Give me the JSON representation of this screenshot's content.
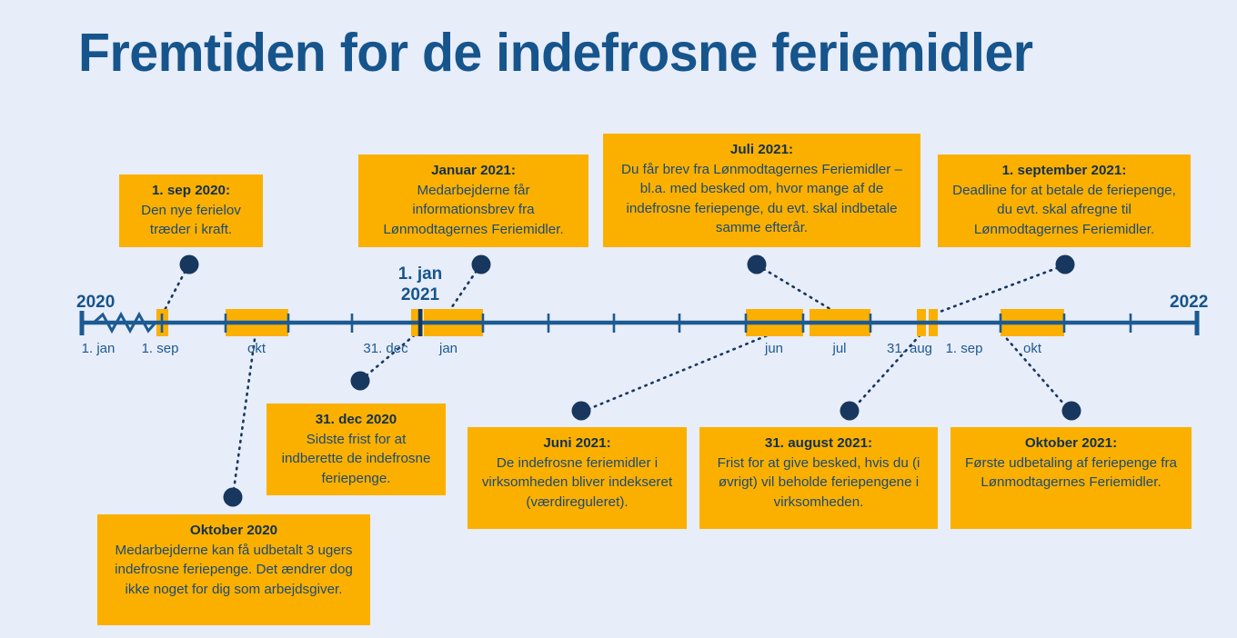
{
  "title": "Fremtiden for de indefrosne feriemidler",
  "colors": {
    "background": "#e7edf9",
    "accent_orange": "#fbb000",
    "navy": "#17375e",
    "axis_blue": "#1d5a92",
    "title_blue": "#16548c"
  },
  "axis": {
    "start_year_label": "2020",
    "end_year_label": "2022",
    "top_label": {
      "line1": "1. jan",
      "line2": "2021"
    },
    "date_labels": [
      {
        "text": "1. jan"
      },
      {
        "text": "1. sep"
      },
      {
        "text": "okt"
      },
      {
        "text": "31. dec"
      },
      {
        "text": "jan"
      },
      {
        "text": "jun"
      },
      {
        "text": "jul"
      },
      {
        "text": "31. aug"
      },
      {
        "text": "1. sep"
      },
      {
        "text": "okt"
      }
    ]
  },
  "callouts": [
    {
      "id": "sep-2020",
      "headline": "1. sep 2020:",
      "body": "Den nye ferielov træder i kraft."
    },
    {
      "id": "januar-2021",
      "headline": "Januar 2021:",
      "body": "Medarbejderne får informationsbrev fra Lønmodtagernes Feriemidler."
    },
    {
      "id": "juli-2021",
      "headline": "Juli 2021:",
      "body": "Du får brev fra Lønmodtagernes Feriemidler – bl.a. med besked om, hvor mange af de indefrosne feriepenge, du evt. skal indbetale samme efterår."
    },
    {
      "id": "september-2021",
      "headline": "1. september 2021:",
      "body": "Deadline for at betale de feriepenge, du evt. skal afregne til Lønmodtagernes Feriemidler."
    },
    {
      "id": "dec-2020",
      "headline": "31. dec 2020",
      "body": "Sidste frist for at indberette de indefrosne feriepenge."
    },
    {
      "id": "oktober-2020",
      "headline": "Oktober 2020",
      "body": "Medarbejderne kan få udbetalt 3 ugers indefrosne feriepenge. Det ændrer dog ikke noget for dig som arbejdsgiver."
    },
    {
      "id": "juni-2021",
      "headline": "Juni 2021:",
      "body": "De indefrosne feriemidler i virksomheden bliver indekseret (værdireguleret)."
    },
    {
      "id": "august-2021",
      "headline": "31. august 2021:",
      "body": "Frist for at give besked, hvis du (i øvrigt) vil beholde feriepengene i virksomheden."
    },
    {
      "id": "oktober-2021",
      "headline": "Oktober 2021:",
      "body": "Første udbetaling af feriepenge fra Lønmodtagernes Feriemidler."
    }
  ]
}
